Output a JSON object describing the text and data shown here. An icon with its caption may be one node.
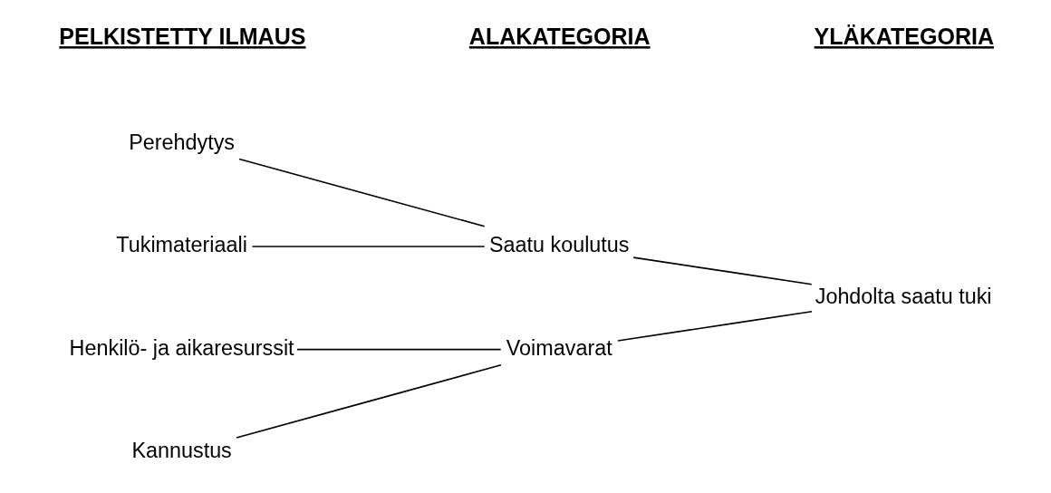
{
  "diagram": {
    "nodes": [
      {
        "text": [
          "Perehdytys"
        ]
      },
      {
        "text": [
          "Tukimateriaali"
        ]
      },
      {
        "text": [
          "Saatu koulutus"
        ]
      },
      {
        "text": [
          "Henkilö- ja aikaresurssit"
        ]
      },
      {
        "text": [
          "Kannustus"
        ]
      },
      {
        "text": [
          "Voimavarat"
        ]
      },
      {
        "text": [
          "Johdolta saatu tuki"
        ]
      }
    ],
    "edges": [
      {
        "from": 0,
        "to": 2,
        "arrow": "none"
      },
      {
        "from": 1,
        "to": 2,
        "arrow": "none"
      },
      {
        "from": 2,
        "to": 6,
        "arrow": "none"
      },
      {
        "from": 3,
        "to": 5,
        "arrow": "none"
      },
      {
        "from": 4,
        "to": 5,
        "arrow": "none"
      },
      {
        "from": 5,
        "to": 6,
        "arrow": "none"
      }
    ],
    "labels": [
      "PELKISTETTY ILMAUS",
      "ALAKATEGORIA",
      "YLÄKATEGORIA"
    ]
  }
}
